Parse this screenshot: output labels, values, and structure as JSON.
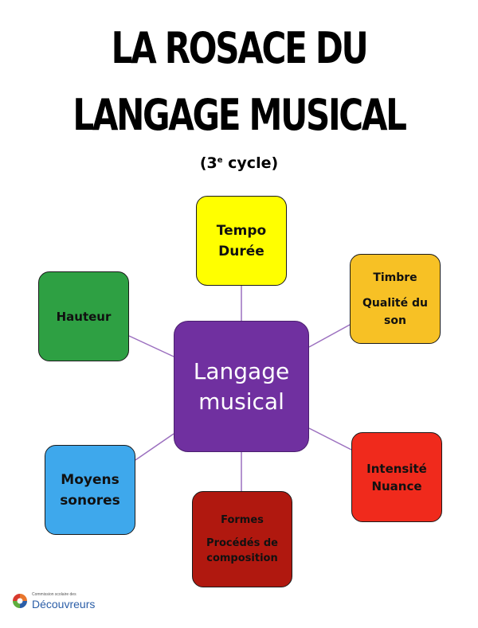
{
  "title": {
    "line1": "LA ROSACE DU",
    "line2": "LANGAGE MUSICAL"
  },
  "subtitle": {
    "prefix": "(3",
    "superscript": "e",
    "suffix": " cycle)"
  },
  "center": {
    "line1": "Langage",
    "line2": "musical",
    "color": "#7030a0"
  },
  "nodes": {
    "tempo": {
      "lines": [
        "Tempo",
        "Durée"
      ],
      "color": "#ffff00"
    },
    "timbre": {
      "line1": "Timbre",
      "line2": "Qualité du",
      "line3": "son",
      "color": "#f7c125"
    },
    "hauteur": {
      "label": "Hauteur",
      "color": "#2ea043"
    },
    "moyens": {
      "lines": [
        "Moyens",
        "sonores"
      ],
      "color": "#3ea8ec"
    },
    "intensite": {
      "lines": [
        "Intensité",
        "Nuance"
      ],
      "color": "#f02a1c"
    },
    "formes": {
      "line1": "Formes",
      "line2": "Procédés de",
      "line3": "composition",
      "color": "#b0180f"
    }
  },
  "connector_color": "#9b6fbf",
  "logo": {
    "small_text": "Commission scolaire des",
    "name": "Découvreurs"
  }
}
